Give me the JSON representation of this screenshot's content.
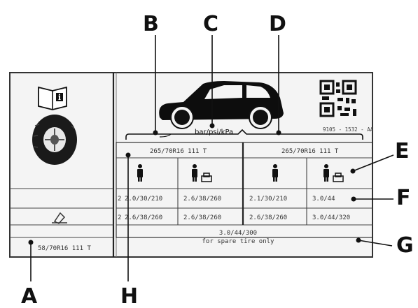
{
  "callouts": {
    "a": "A",
    "b": "B",
    "c": "C",
    "d": "D",
    "e": "E",
    "f": "F",
    "g": "G",
    "h": "H"
  },
  "placard": {
    "qr_code_id": "9105 - 1532 - AA",
    "units": "bar/psi/kPa",
    "tire_size_front": "265/70R16 111 T",
    "tire_size_rear": "265/70R16 111 T",
    "spare_size": "58/70R16 111 T",
    "rows": {
      "row1_label": "",
      "row2_label": "",
      "normal_load": [
        "2.0/30/210",
        "2.6/38/260",
        "2.1/30/210",
        "3.0/44"
      ],
      "full_load": [
        "2.6/38/260",
        "2.6/38/260",
        "2.6/38/260",
        "3.0/44/320"
      ]
    },
    "row_prefix": "2",
    "spare_pressure": "3.0/44/300",
    "spare_note": "for spare tire only",
    "icons": {
      "manual": "owner-manual-icon",
      "tire": "tire-icon",
      "car": "car-silhouette-icon",
      "qr": "qr-code-icon",
      "eco": "eco-speed-icon",
      "driver": "driver-person-icon",
      "loaded": "person-with-luggage-icon"
    }
  }
}
